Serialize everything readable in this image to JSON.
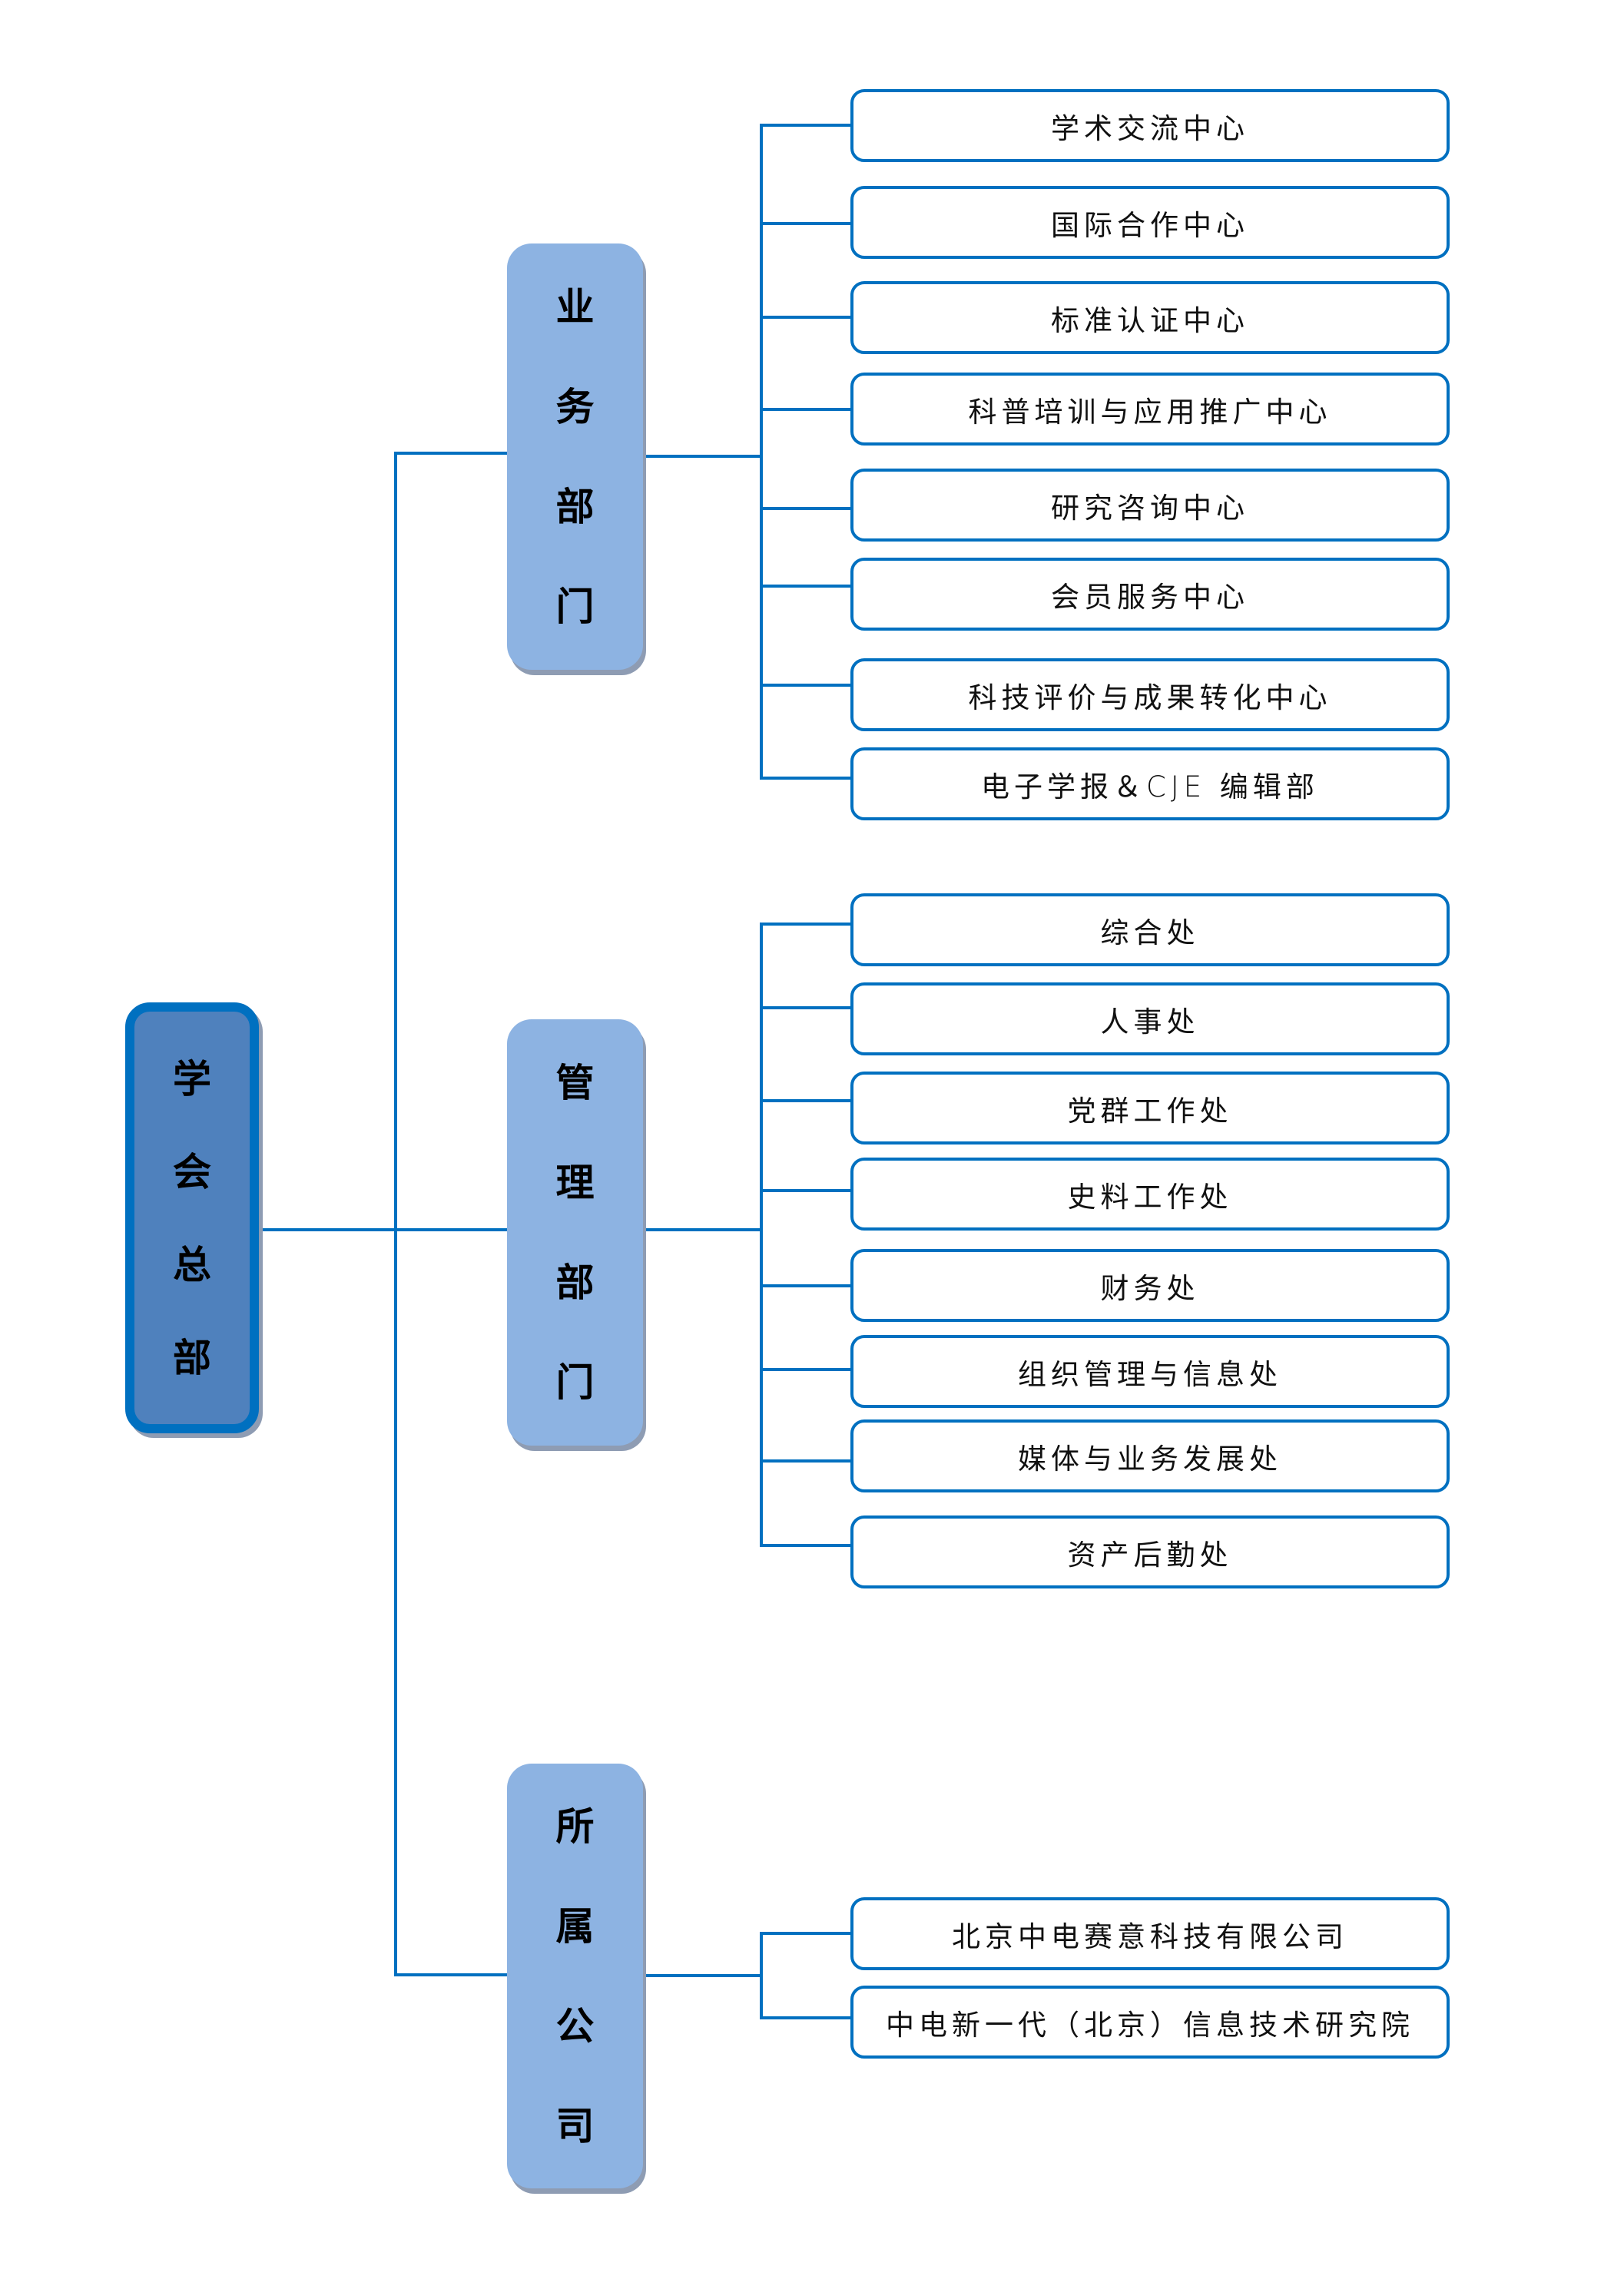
{
  "title": "学会总部组织结构图",
  "colors": {
    "connector": "#0070C0",
    "root_fill": "#4F81BD",
    "root_border": "#0070C0",
    "category_fill": "#8DB3E2",
    "leaf_border": "#0070C0",
    "shadow": "#8E9CB3"
  },
  "root": {
    "label": "学会总部",
    "chars": [
      "学",
      "会",
      "总",
      "部"
    ]
  },
  "categories": [
    {
      "label": "业务部门",
      "chars": [
        "业",
        "务",
        "部",
        "门"
      ],
      "children": [
        "学术交流中心",
        "国际合作中心",
        "标准认证中心",
        "科普培训与应用推广中心",
        "研究咨询中心",
        "会员服务中心",
        "科技评价与成果转化中心",
        "电子学报＆CJE 编辑部"
      ]
    },
    {
      "label": "管理部门",
      "chars": [
        "管",
        "理",
        "部",
        "门"
      ],
      "children": [
        "综合处",
        "人事处",
        "党群工作处",
        "史料工作处",
        "财务处",
        "组织管理与信息处",
        "媒体与业务发展处",
        "资产后勤处"
      ]
    },
    {
      "label": "所属公司",
      "chars": [
        "所",
        "属",
        "公",
        "司"
      ],
      "children": [
        "北京中电赛意科技有限公司",
        "中电新一代（北京）信息技术研究院"
      ]
    }
  ]
}
